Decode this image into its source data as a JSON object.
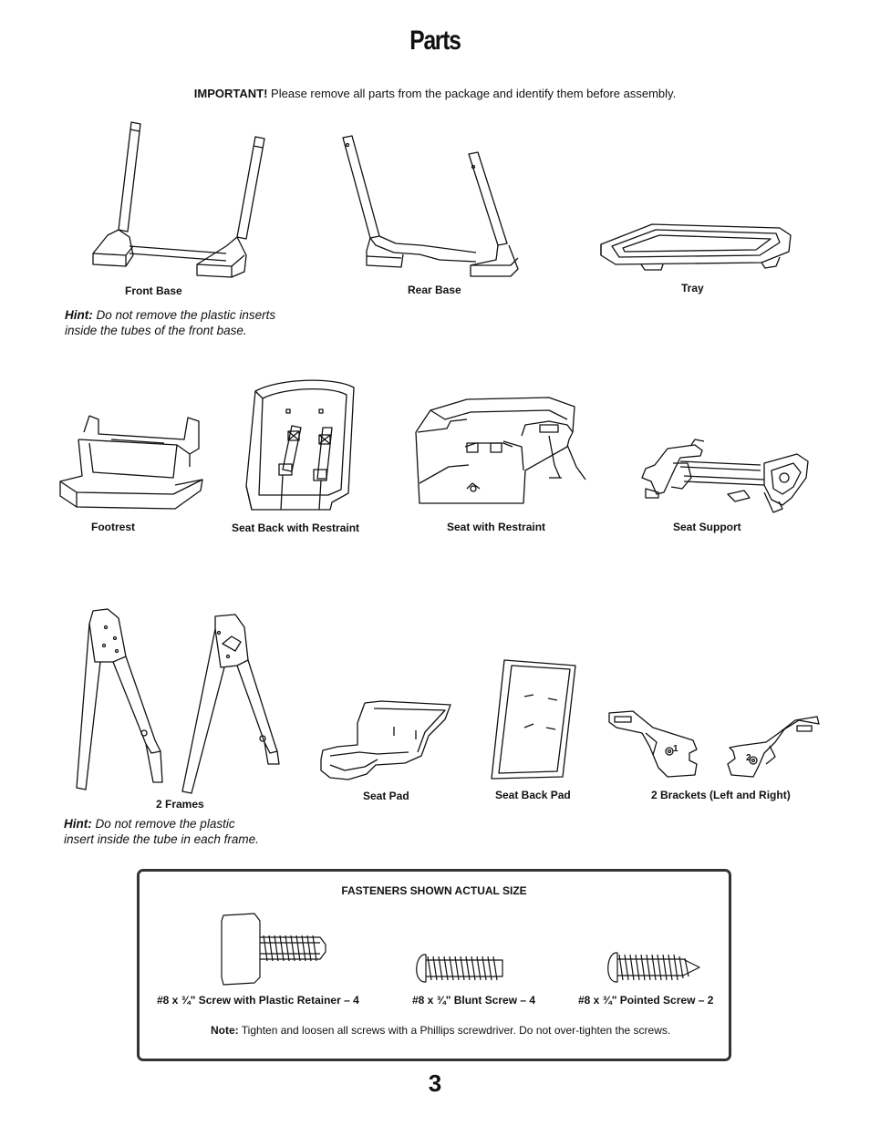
{
  "page": {
    "title": "Parts",
    "important_label": "IMPORTANT!",
    "important_text": " Please remove all parts from the package and identify them before assembly.",
    "page_number": "3"
  },
  "parts": {
    "front_base": "Front Base",
    "rear_base": "Rear Base",
    "tray": "Tray",
    "footrest": "Footrest",
    "seat_back_restraint": "Seat Back with Restraint",
    "seat_restraint": "Seat with Restraint",
    "seat_support": "Seat Support",
    "frames": "2 Frames",
    "seat_pad": "Seat Pad",
    "seat_back_pad": "Seat Back Pad",
    "brackets": "2 Brackets (Left and Right)",
    "bracket_1": "1",
    "bracket_2": "2"
  },
  "hints": {
    "hint1_label": "Hint:",
    "hint1_line1": " Do not remove the plastic inserts",
    "hint1_line2": "inside the tubes of the front base.",
    "hint2_label": "Hint:",
    "hint2_line1": " Do not remove the plastic",
    "hint2_line2": "insert inside the tube in each frame."
  },
  "fasteners": {
    "heading": "FASTENERS SHOWN ACTUAL SIZE",
    "screw_retainer": "#8 x ¾\" Screw with Plastic Retainer – 4",
    "blunt_screw": "#8 x ¾\" Blunt Screw – 4",
    "pointed_screw": "#8 x ¾\" Pointed Screw – 2",
    "note_label": "Note:",
    "note_text": " Tighten and loosen all screws with a Phillips screwdriver. Do not over-tighten the screws."
  }
}
